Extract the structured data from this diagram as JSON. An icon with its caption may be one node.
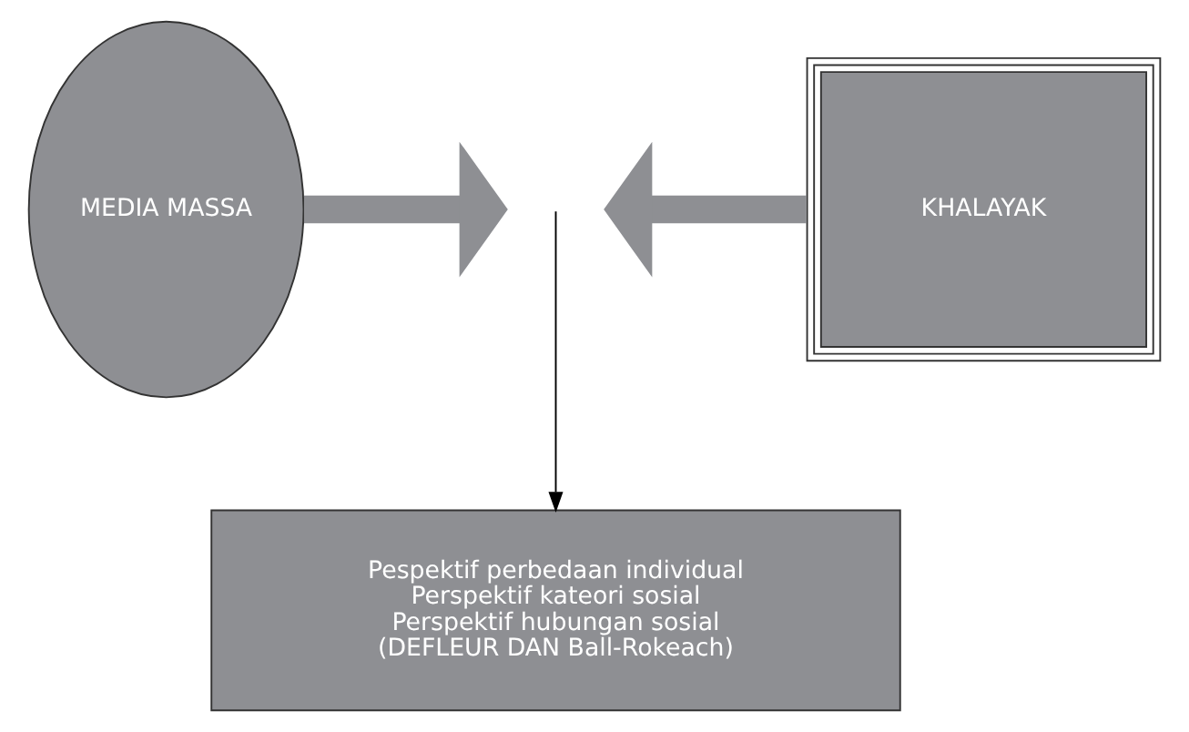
{
  "diagram": {
    "nodes": [
      {
        "text": [
          "MEDIA MASSA"
        ]
      },
      {
        "text": [
          "KHALAYAK"
        ]
      },
      {
        "text": [
          "Pespektif perbedaan individual",
          "Perspektif kateori sosial",
          "Perspektif hubungan sosial",
          "(DEFLEUR DAN Ball-Rokeach)"
        ]
      }
    ],
    "edges": [
      {
        "from": 0,
        "to": null,
        "arrow": "to"
      },
      {
        "from": 1,
        "to": null,
        "arrow": "to"
      },
      {
        "from": null,
        "to": 2,
        "arrow": "to",
        "color": "#000000"
      }
    ]
  }
}
